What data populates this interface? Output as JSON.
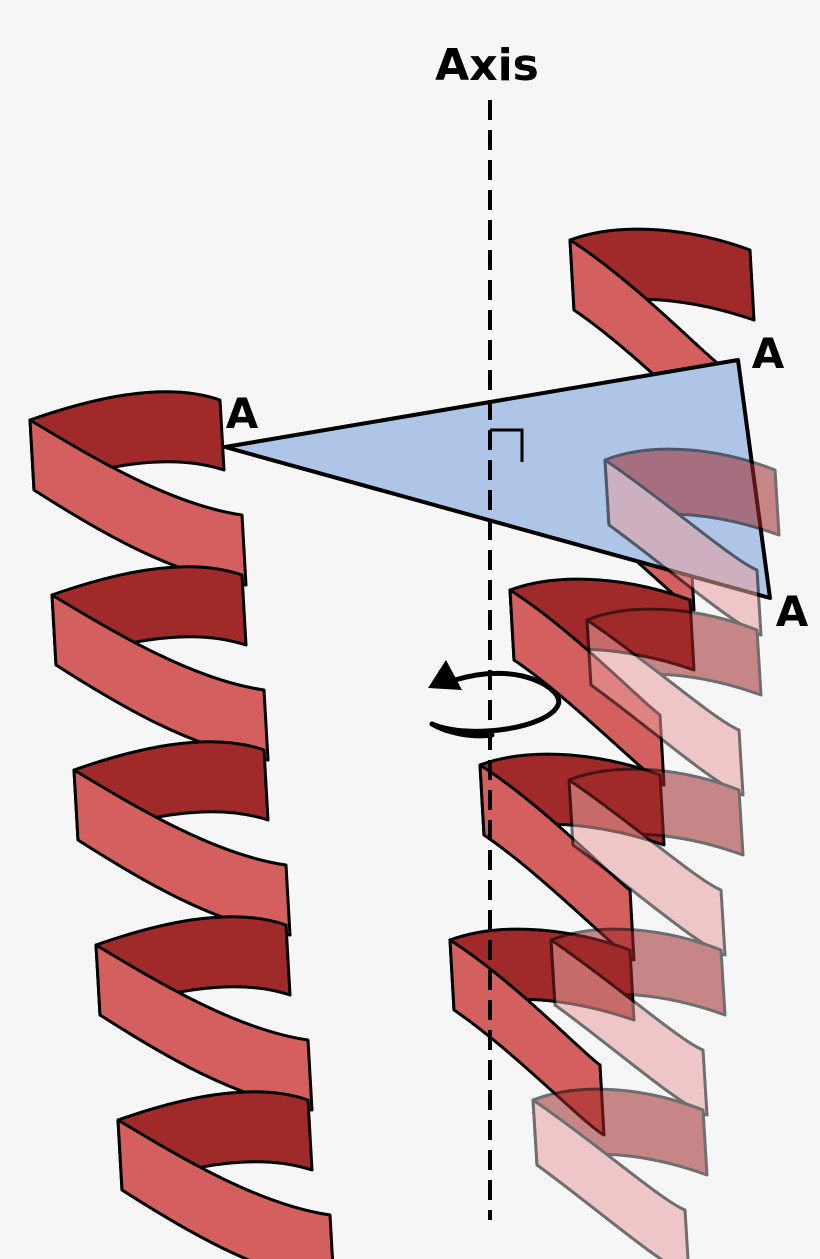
{
  "diagram": {
    "axis_label": "Axis",
    "point_labels": [
      "A",
      "A",
      "A"
    ]
  },
  "colors": {
    "background": "#f6f6f7",
    "ribbon_front": "#d35f5f",
    "ribbon_back": "#a0292a",
    "ribbon_ghost": "#e8a0a0",
    "triangle_fill": "#aec5e8",
    "outline": "#000000"
  }
}
